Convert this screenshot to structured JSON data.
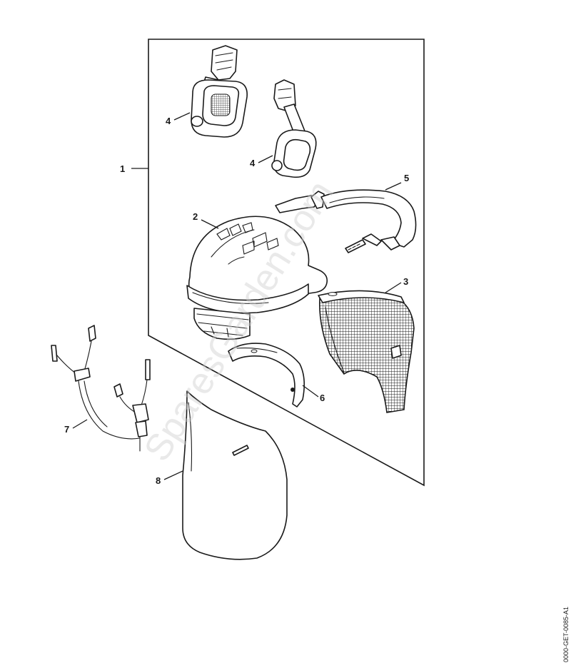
{
  "watermark": "SparesGarden.com",
  "reference_code": "0000-GET-0085-A1",
  "callouts": {
    "assembly": "1",
    "helmet_shell": "2",
    "mesh_visor": "3",
    "ear_protector_left": "4",
    "ear_protector_right": "4",
    "visor_bracket": "5",
    "visor_holder": "6",
    "chin_strap": "7",
    "neck_guard": "8"
  }
}
